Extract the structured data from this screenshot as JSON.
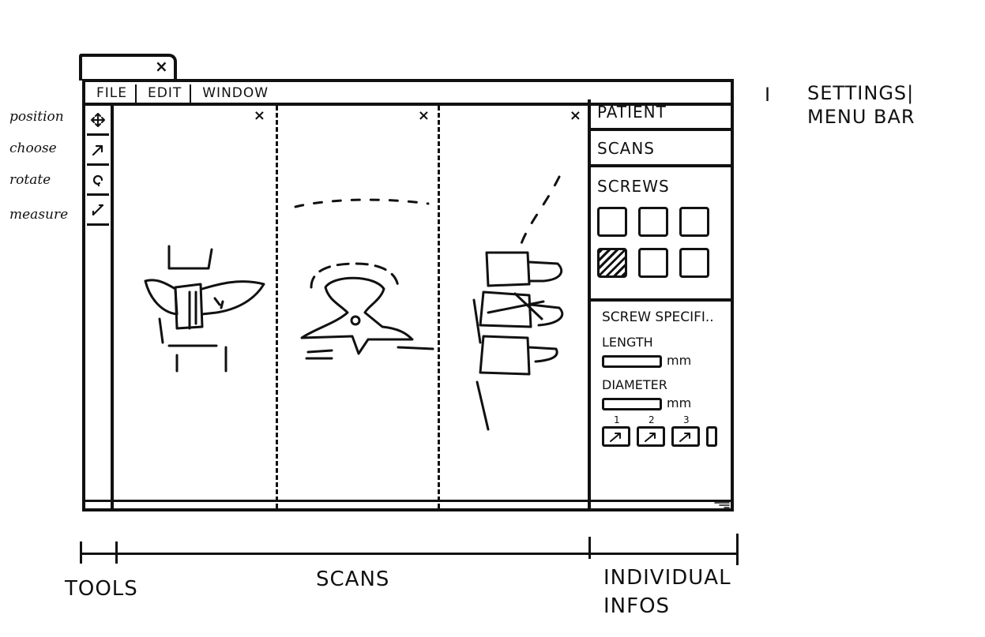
{
  "window": {
    "close_glyph": "×",
    "menu": [
      "FILE",
      "EDIT",
      "WINDOW"
    ]
  },
  "tools": [
    {
      "label": "position",
      "icon": "move-icon"
    },
    {
      "label": "choose",
      "icon": "pointer-icon"
    },
    {
      "label": "rotate",
      "icon": "rotate-icon"
    },
    {
      "label": "measure",
      "icon": "ruler-icon"
    }
  ],
  "scans": {
    "close_glyph": "×",
    "views": [
      "axial-view",
      "axial-view-2",
      "sagittal-view"
    ]
  },
  "info_panel": {
    "patient_label": "PATIENT",
    "scans_label": "SCANS",
    "screws_label": "SCREWS",
    "screw_slots": [
      false,
      false,
      false,
      true,
      false,
      false
    ],
    "screw_spec_label": "SCREW SPECIFI..",
    "length_label": "LENGTH",
    "length_unit": "mm",
    "diameter_label": "DIAMETER",
    "diameter_unit": "mm",
    "presets": [
      "1",
      "2",
      "3"
    ]
  },
  "annotations": {
    "roman": "I",
    "settings": "SETTINGS|",
    "menu_bar": "MENU BAR"
  },
  "sections": {
    "tools": "TOOLS",
    "scans": "SCANS",
    "infos_line1": "INDIVIDUAL",
    "infos_line2": "INFOS"
  }
}
